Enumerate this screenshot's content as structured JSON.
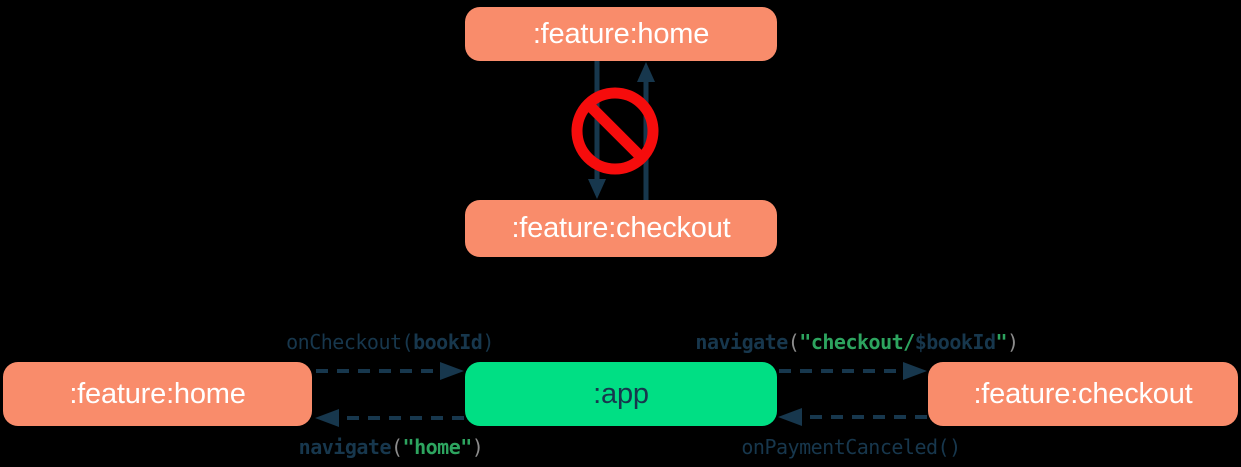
{
  "colors": {
    "background": "#000000",
    "salmon": "#F98C6B",
    "green": "#00DF84",
    "navy": "#17374D",
    "code_green": "#2DA45F",
    "code_gray": "#8C8C8C",
    "red": "#F60C0C",
    "node_text": "#FFFFFF"
  },
  "forbidden_diagram": {
    "nodes": {
      "home": ":feature:home",
      "checkout": ":feature:checkout"
    },
    "icon": "no-entry"
  },
  "mediator_diagram": {
    "nodes": {
      "home": ":feature:home",
      "app": ":app",
      "checkout": ":feature:checkout"
    },
    "edges": [
      {
        "name": "onCheckout",
        "from": ":feature:home",
        "to": ":app",
        "segments": [
          {
            "text": "onCheckout(",
            "style": "navy"
          },
          {
            "text": "bookId",
            "style": "navy-bold"
          },
          {
            "text": ")",
            "style": "navy"
          }
        ]
      },
      {
        "name": "navigate-home",
        "from": ":app",
        "to": ":feature:home",
        "segments": [
          {
            "text": "navigate",
            "style": "navy-bold"
          },
          {
            "text": "(",
            "style": "gray"
          },
          {
            "text": "\"home\"",
            "style": "green-bold"
          },
          {
            "text": ")",
            "style": "gray"
          }
        ]
      },
      {
        "name": "navigate-checkout",
        "from": ":app",
        "to": ":feature:checkout",
        "segments": [
          {
            "text": "navigate",
            "style": "navy-bold"
          },
          {
            "text": "(",
            "style": "gray"
          },
          {
            "text": "\"checkout/",
            "style": "green-bold"
          },
          {
            "text": "$bookId",
            "style": "navy-bold"
          },
          {
            "text": "\"",
            "style": "green-bold"
          },
          {
            "text": ")",
            "style": "gray"
          }
        ]
      },
      {
        "name": "onPaymentCanceled",
        "from": ":feature:checkout",
        "to": ":app",
        "segments": [
          {
            "text": "onPaymentCanceled()",
            "style": "navy"
          }
        ]
      }
    ]
  }
}
